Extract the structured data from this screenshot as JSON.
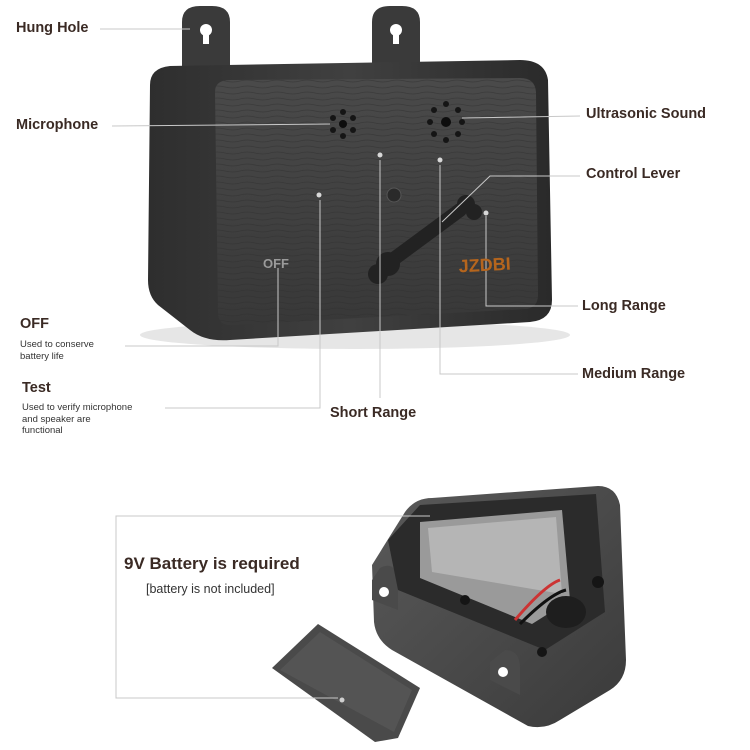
{
  "labels": {
    "hung_hole": "Hung Hole",
    "microphone": "Microphone",
    "ultrasonic_sound": "Ultrasonic Sound",
    "control_lever": "Control Lever",
    "long_range": "Long Range",
    "medium_range": "Medium Range",
    "short_range": "Short Range",
    "off_title": "OFF",
    "off_desc_1": "Used to conserve",
    "off_desc_2": "battery life",
    "test_title": "Test",
    "test_desc_1": "Used to verify microphone",
    "test_desc_2": "and speaker are",
    "test_desc_3": "functional"
  },
  "device": {
    "brand": "JZDBI",
    "off_mark": "OFF"
  },
  "battery": {
    "title": "9V Battery is required",
    "note": "[battery is not included]"
  },
  "colors": {
    "label_text": "#3a2a24",
    "leader_line": "#c8c8c8",
    "device_body": "#3c3c3c",
    "brand_text": "#b5651d"
  }
}
